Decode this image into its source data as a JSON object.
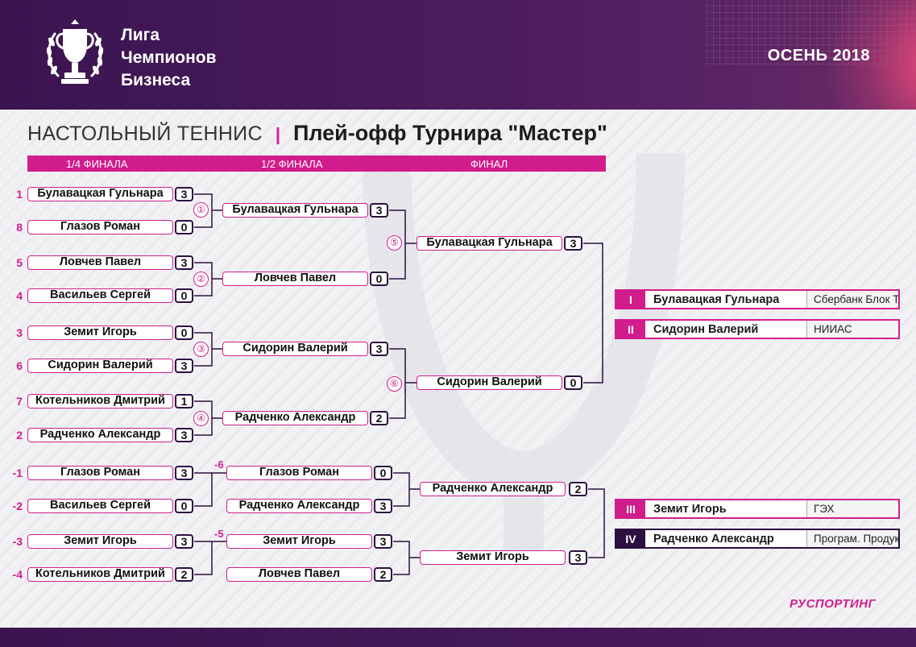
{
  "header": {
    "brand": [
      "Лига",
      "Чемпионов",
      "Бизнеса"
    ],
    "season": "ОСЕНЬ 2018"
  },
  "title": {
    "sport": "НАСТОЛЬНЫЙ ТЕННИС",
    "separator": "|",
    "tournament": "Плей-офф Турнира \"Мастер\""
  },
  "stages": [
    "1/4 ФИНАЛА",
    "1/2 ФИНАЛА",
    "ФИНАЛ"
  ],
  "colors": {
    "accent": "#d11d8c",
    "dark": "#2b1040",
    "header": "#3b1450"
  },
  "entries": [
    {
      "id": "qf1",
      "seed": "1",
      "name": "Булавацкая Гульнара",
      "score": "3"
    },
    {
      "id": "qf2",
      "seed": "8",
      "name": "Глазов Роман",
      "score": "0"
    },
    {
      "id": "qf3",
      "seed": "5",
      "name": "Ловчев Павел",
      "score": "3"
    },
    {
      "id": "qf4",
      "seed": "4",
      "name": "Васильев Сергей",
      "score": "0"
    },
    {
      "id": "qf5",
      "seed": "3",
      "name": "Земит Игорь",
      "score": "0"
    },
    {
      "id": "qf6",
      "seed": "6",
      "name": "Сидорин Валерий",
      "score": "3"
    },
    {
      "id": "qf7",
      "seed": "7",
      "name": "Котельников Дмитрий",
      "score": "1"
    },
    {
      "id": "qf8",
      "seed": "2",
      "name": "Радченко Александр",
      "score": "3"
    },
    {
      "id": "sf1",
      "seed": "",
      "name": "Булавацкая Гульнара",
      "score": "3"
    },
    {
      "id": "sf2",
      "seed": "",
      "name": "Ловчев Павел",
      "score": "0"
    },
    {
      "id": "sf3",
      "seed": "",
      "name": "Сидорин Валерий",
      "score": "3"
    },
    {
      "id": "sf4",
      "seed": "",
      "name": "Радченко Александр",
      "score": "2"
    },
    {
      "id": "f1",
      "seed": "",
      "name": "Булавацкая Гульнара",
      "score": "3"
    },
    {
      "id": "f2",
      "seed": "",
      "name": "Сидорин Валерий",
      "score": "0"
    },
    {
      "id": "c1",
      "seed": "-1",
      "name": "Глазов Роман",
      "score": "3"
    },
    {
      "id": "c2",
      "seed": "-2",
      "name": "Васильев Сергей",
      "score": "0"
    },
    {
      "id": "c3",
      "seed": "-3",
      "name": "Земит Игорь",
      "score": "3"
    },
    {
      "id": "c4",
      "seed": "-4",
      "name": "Котельников Дмитрий",
      "score": "2"
    },
    {
      "id": "cs1",
      "seed": "",
      "name": "Глазов Роман",
      "score": "0"
    },
    {
      "id": "cs2",
      "seed": "",
      "name": "Радченко Александр",
      "score": "3"
    },
    {
      "id": "cs3",
      "seed": "",
      "name": "Земит Игорь",
      "score": "3"
    },
    {
      "id": "cs4",
      "seed": "",
      "name": "Ловчев Павел",
      "score": "2"
    },
    {
      "id": "t1",
      "seed": "",
      "name": "Радченко Александр",
      "score": "2"
    },
    {
      "id": "t2",
      "seed": "",
      "name": "Земит Игорь",
      "score": "3"
    }
  ],
  "match_numbers": [
    "①",
    "②",
    "③",
    "④",
    "⑤",
    "⑥"
  ],
  "loser_labels": [
    "-6",
    "-5"
  ],
  "results": [
    {
      "place": "I",
      "name": "Булавацкая Гульнара",
      "org": "Сбербанк Блок Т"
    },
    {
      "place": "II",
      "name": "Сидорин Валерий",
      "org": "НИИАС"
    },
    {
      "place": "III",
      "name": "Земит Игорь",
      "org": "ГЭХ"
    },
    {
      "place": "IV",
      "name": "Радченко Александр",
      "org": "Програм. Продукт"
    }
  ],
  "sponsor": "РУСПОРТИНГ"
}
